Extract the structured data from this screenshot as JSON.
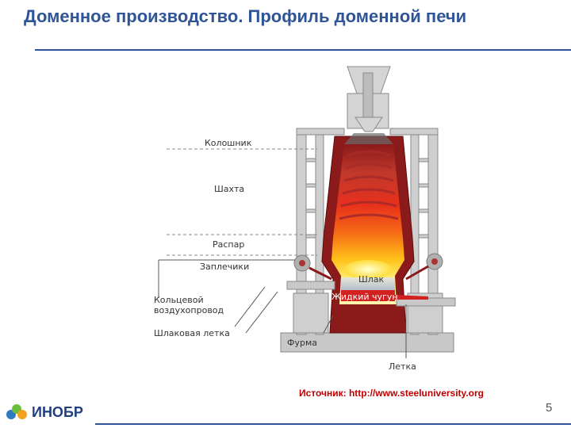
{
  "slide": {
    "title": "Доменное производство. Профиль доменной печи",
    "page_number": "5"
  },
  "source": {
    "text": "Источник: http://www.steeluniversity.org"
  },
  "logo": {
    "text": "ИНОБР"
  },
  "diagram": {
    "labels": {
      "top": "Колошник",
      "shaft": "Шахта",
      "bosh_belly": "Распар",
      "bosh": "Заплечики",
      "ring_main": "Кольцевой воздухопровод",
      "slag_notch": "Шлаковая летка",
      "slag": "Шлак",
      "liquid_iron": "Жидкий чугун",
      "tuyere": "Фурма",
      "taphole": "Летка"
    }
  },
  "colors": {
    "title": "#2f5597",
    "source": "#c00000",
    "lining": "#8b1a1a",
    "frame": "#c8c8c8"
  }
}
